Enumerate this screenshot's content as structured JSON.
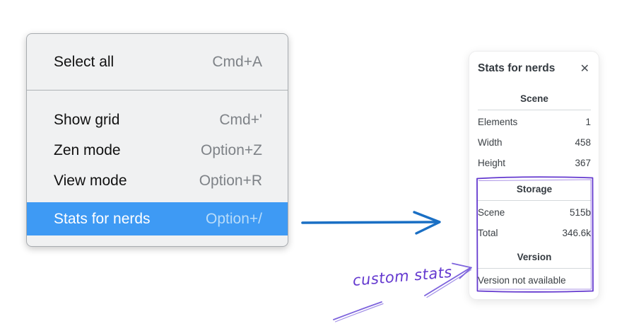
{
  "colors": {
    "menu_highlight": "#3e9af4",
    "menu_highlight_text": "#ffffff",
    "menu_highlight_shortcut": "#b9dcf9",
    "shortcut_gray": "#7e8287",
    "arrow_blue": "#1a6fc4",
    "annotation_purple": "#6439cf",
    "annotation_purple_light": "#7e64dd"
  },
  "context_menu": {
    "items": [
      {
        "label": "Select all",
        "shortcut": "Cmd+A",
        "selected": false
      },
      {
        "label": "Show grid",
        "shortcut": "Cmd+'",
        "selected": false
      },
      {
        "label": "Zen mode",
        "shortcut": "Option+Z",
        "selected": false
      },
      {
        "label": "View mode",
        "shortcut": "Option+R",
        "selected": false
      },
      {
        "label": "Stats for nerds",
        "shortcut": "Option+/",
        "selected": true
      }
    ]
  },
  "stats_panel": {
    "title": "Stats for nerds",
    "close_glyph": "✕",
    "sections": [
      {
        "heading": "Scene",
        "rows": [
          {
            "label": "Elements",
            "value": "1"
          },
          {
            "label": "Width",
            "value": "458"
          },
          {
            "label": "Height",
            "value": "367"
          }
        ]
      },
      {
        "heading": "Storage",
        "rows": [
          {
            "label": "Scene",
            "value": "515b"
          },
          {
            "label": "Total",
            "value": "346.6k"
          }
        ]
      },
      {
        "heading": "Version",
        "note": "Version not available"
      }
    ]
  },
  "annotation": {
    "label": "custom stats"
  }
}
